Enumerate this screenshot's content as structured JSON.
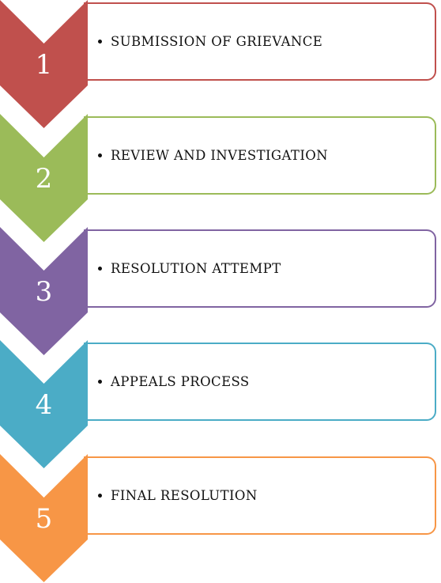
{
  "steps": [
    {
      "number": "1",
      "label": "SUBMISSION OF GRIEVANCE",
      "color": "#C0504D"
    },
    {
      "number": "2",
      "label": "REVIEW AND INVESTIGATION",
      "color": "#9BBB59"
    },
    {
      "number": "3",
      "label": "RESOLUTION ATTEMPT",
      "color": "#8064A2"
    },
    {
      "number": "4",
      "label": "APPEALS PROCESS",
      "color": "#4BACC6"
    },
    {
      "number": "5",
      "label": "FINAL RESOLUTION",
      "color": "#F79646"
    }
  ]
}
